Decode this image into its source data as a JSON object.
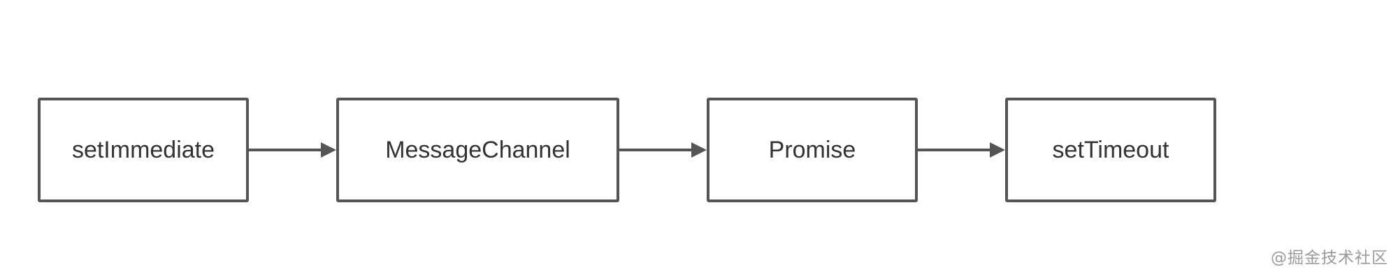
{
  "diagram": {
    "nodes": [
      {
        "id": "node-1",
        "label": "setImmediate"
      },
      {
        "id": "node-2",
        "label": "MessageChannel"
      },
      {
        "id": "node-3",
        "label": "Promise"
      },
      {
        "id": "node-4",
        "label": "setTimeout"
      }
    ],
    "edges": [
      {
        "from": "node-1",
        "to": "node-2"
      },
      {
        "from": "node-2",
        "to": "node-3"
      },
      {
        "from": "node-3",
        "to": "node-4"
      }
    ],
    "colors": {
      "stroke": "#555555",
      "text": "#333333",
      "background": "#ffffff"
    }
  },
  "watermark": {
    "text": "@掘金技术社区"
  }
}
